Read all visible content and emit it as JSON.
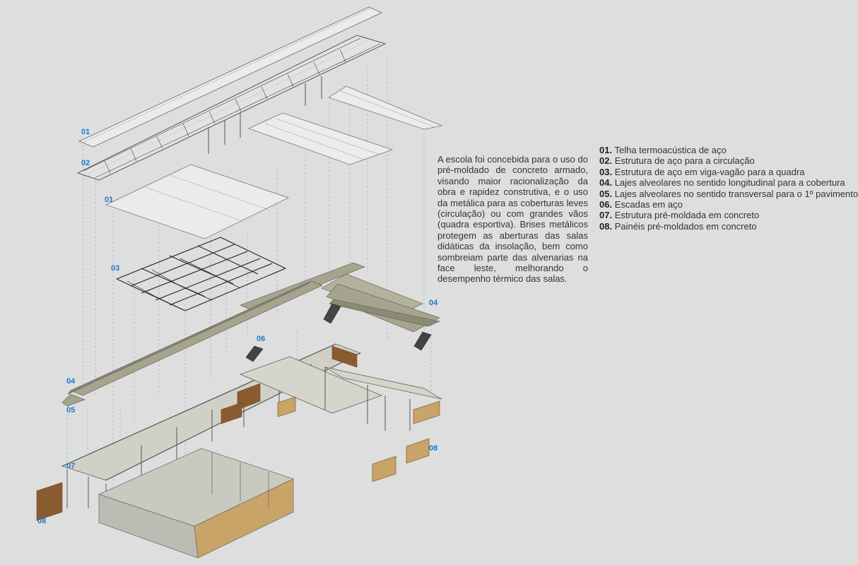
{
  "description": "A escola foi concebida para o uso do pré-moldado de concreto armado, visando maior racionalização da obra e rapidez construtiva, e o uso da metálica para as coberturas leves (circulação) ou com grandes vãos (quadra esportiva). Brises metálicos protegem as aberturas das salas didáticas da insolação, bem como sombreiam parte das alvenarias na face leste, melhorando o desempenho térmico das salas.",
  "legend": [
    {
      "number": "01.",
      "text": "Telha termoacústica de aço"
    },
    {
      "number": "02.",
      "text": "Estrutura de aço para a circulação"
    },
    {
      "number": "03.",
      "text": "Estrutura de aço em viga-vagão para a quadra"
    },
    {
      "number": "04.",
      "text": "Lajes alveolares no sentido longitudinal para a cobertura"
    },
    {
      "number": "05.",
      "text": "Lajes alveolares no sentido transversal para o 1º pavimento"
    },
    {
      "number": "06.",
      "text": "Escadas em aço"
    },
    {
      "number": "07.",
      "text": "Estrutura pré-moldada em concreto"
    },
    {
      "number": "08.",
      "text": "Painéis pré-moldados em concreto"
    }
  ],
  "labels": {
    "roof_tile_circulation": "01",
    "steel_circulation": "02",
    "roof_tile_court": "01",
    "truss_court": "03",
    "slab_long_right": "04",
    "stairs": "06",
    "slab_long_left": "04",
    "slab_trans": "05",
    "panels_right": "08",
    "frame": "07",
    "panels_left": "08"
  },
  "colors": {
    "label_blue": "#1f78c8",
    "slab_olive": "#a6a48c",
    "panel_wood": "#c8a468",
    "panel_brown": "#8a5a30",
    "frame_grey": "#bfbfb4"
  }
}
